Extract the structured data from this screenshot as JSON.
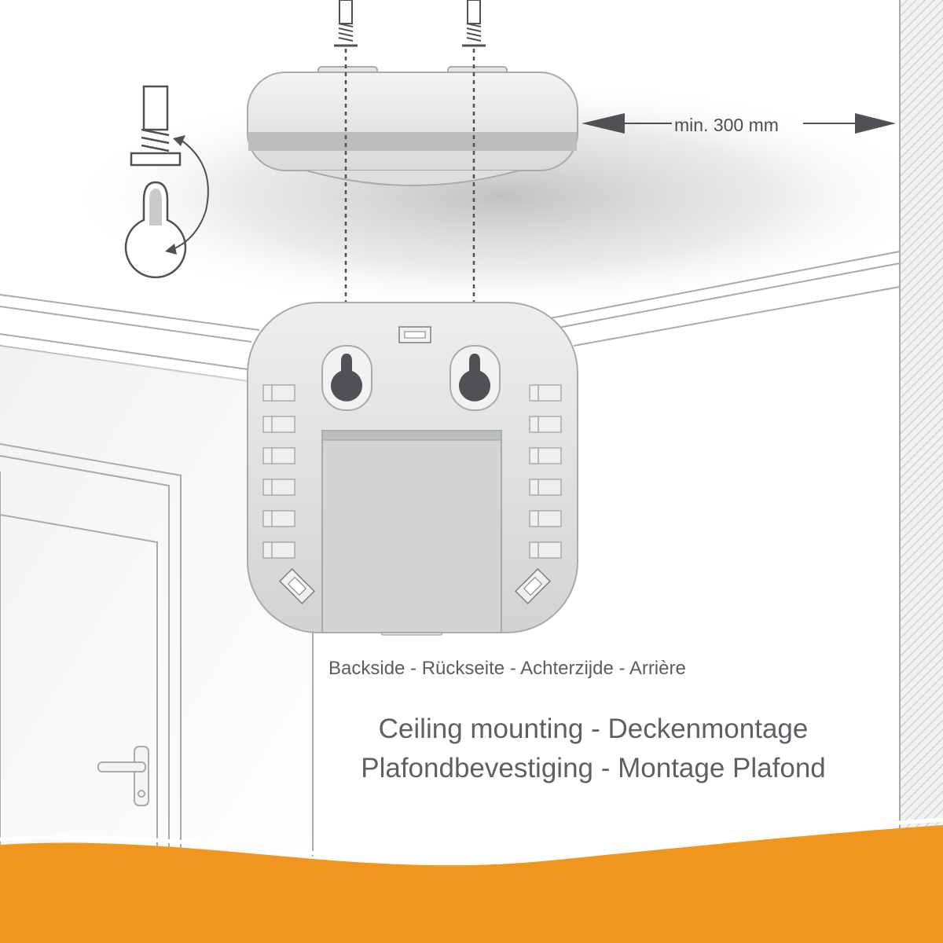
{
  "labels": {
    "distance": "min. 300 mm",
    "backside": "Backside - Rückseite - Achterzijde - Arrière",
    "title_line_1": "Ceiling mounting - Deckenmontage",
    "title_line_2": "Plafondbevestiging - Montage Plafond"
  },
  "colors": {
    "accent_orange": "#f0961e",
    "outline_gray": "#a8abae",
    "device_gray": "#d9dadb",
    "dark_gray": "#4f5154",
    "text_gray": "#5a5e62"
  },
  "icons": [
    "screw-icon",
    "keyhole-slot-icon",
    "smoke-detector-icon",
    "double-arrow-icon",
    "curved-arrow-icon"
  ]
}
